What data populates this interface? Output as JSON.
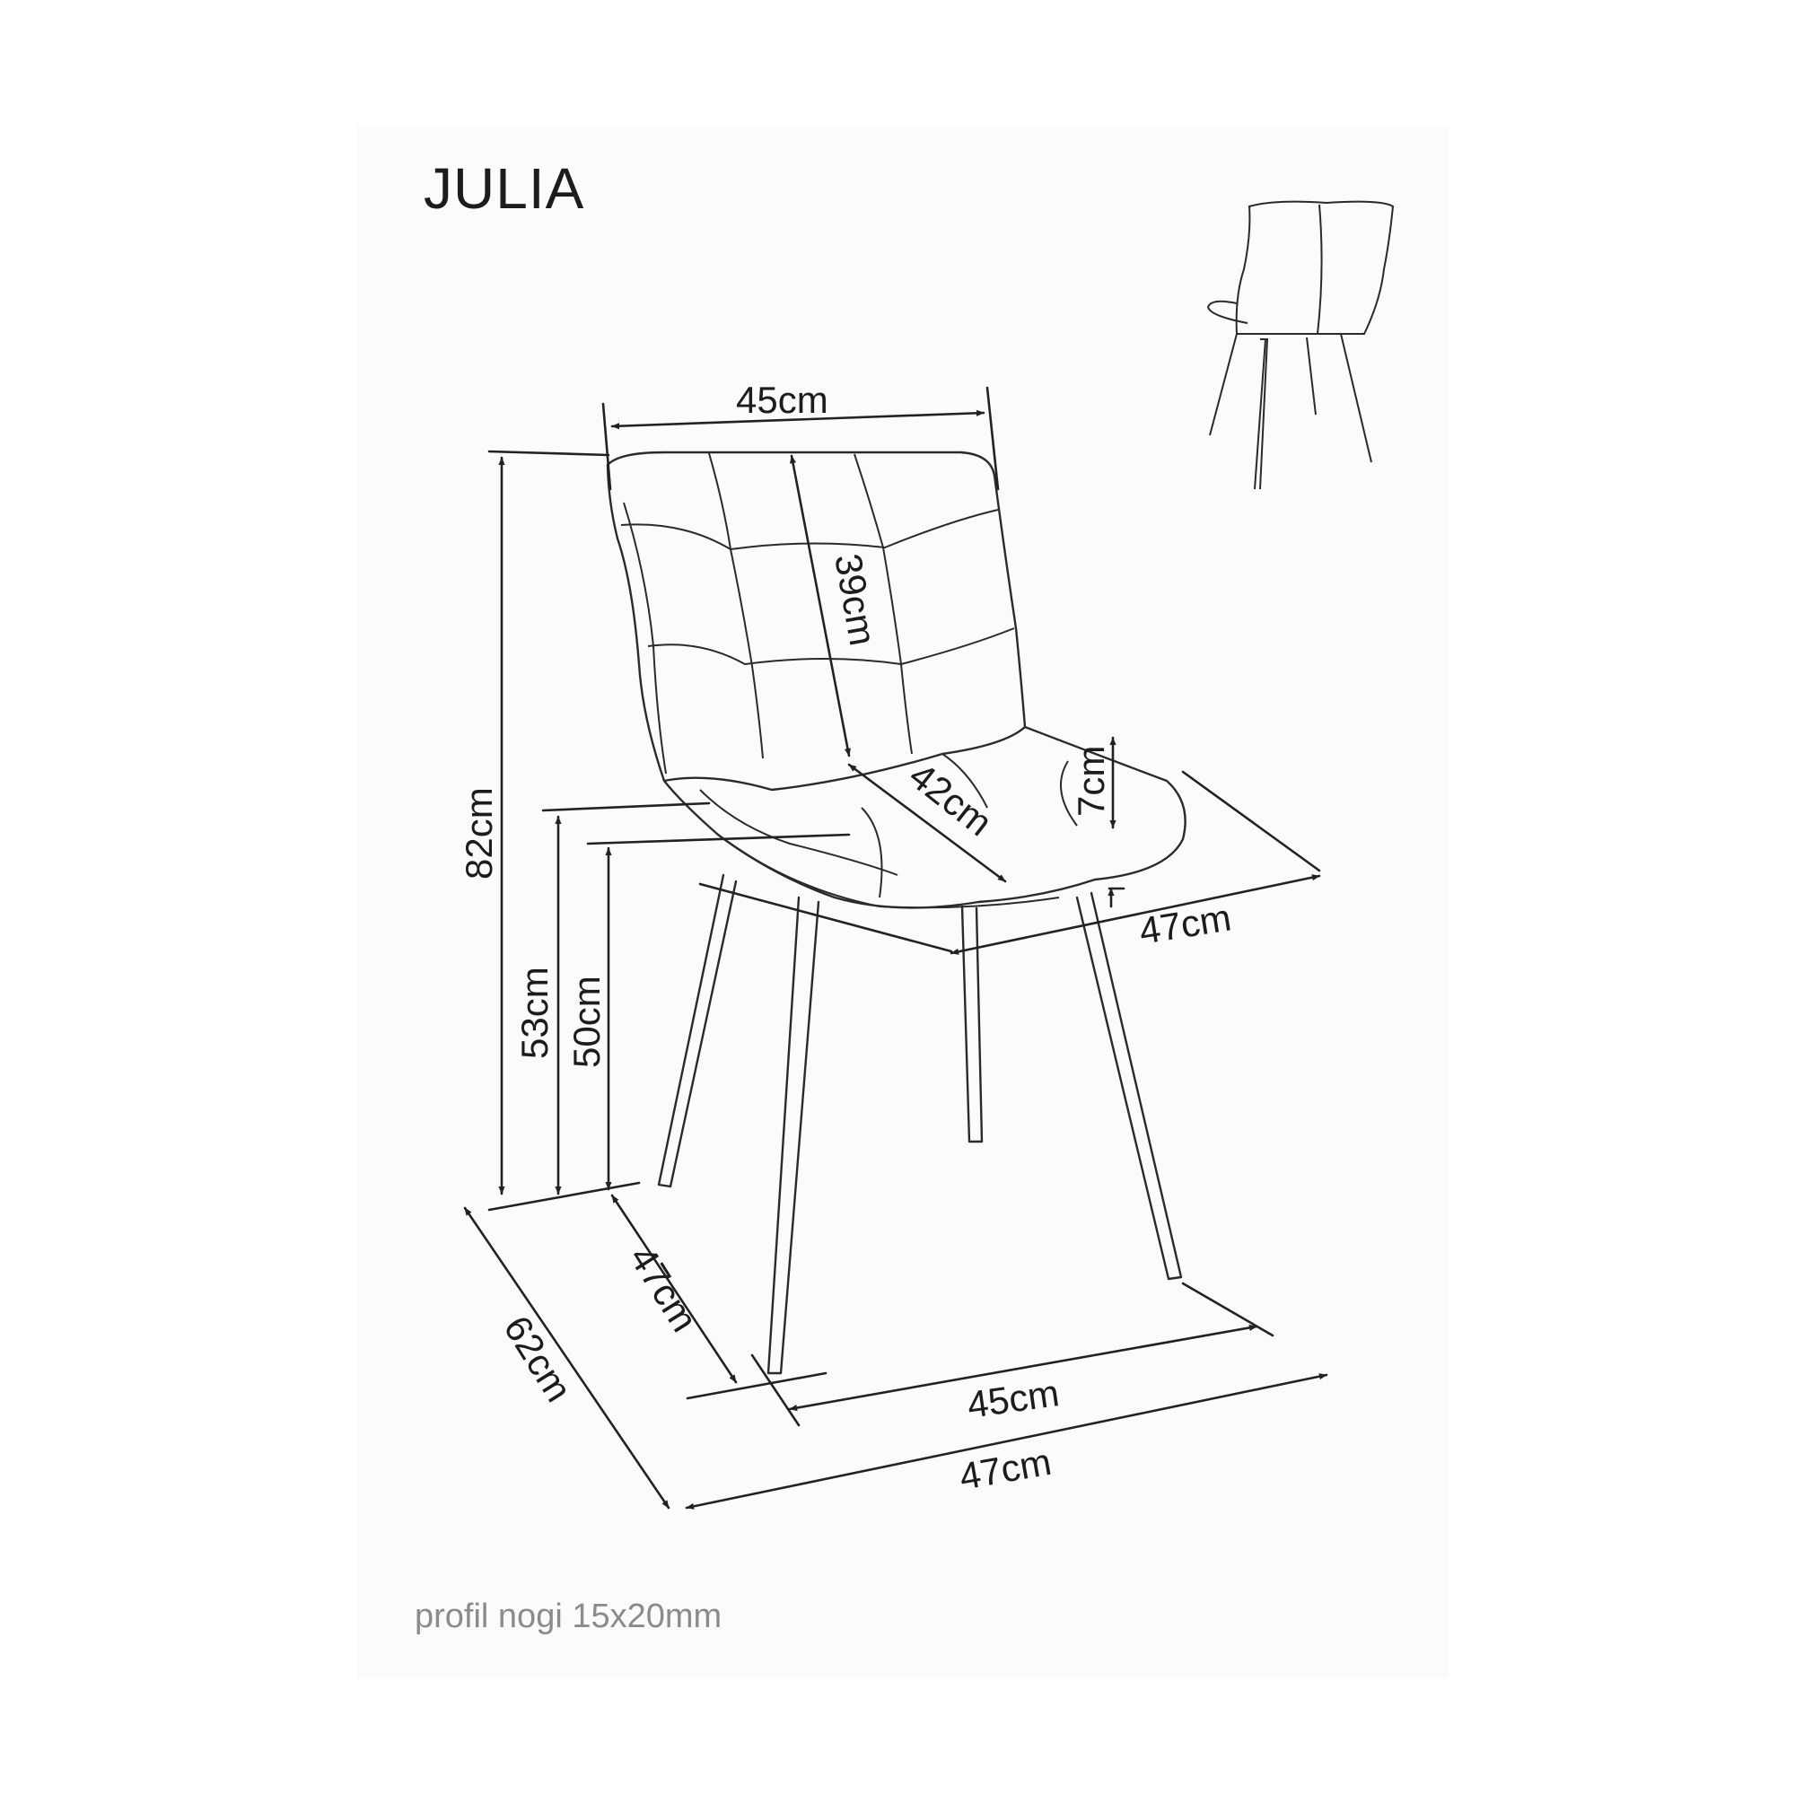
{
  "product_name": "JULIA",
  "note": "profil nogi 15x20mm",
  "dimensions": {
    "back_width": "45cm",
    "backrest_height": "39cm",
    "seat_depth_diag": "42cm",
    "seat_cushion": "7cm",
    "seat_width": "47cm",
    "total_height": "82cm",
    "seat_height_front": "53cm",
    "seat_height": "50cm",
    "leg_depth": "47cm",
    "total_depth": "62cm",
    "leg_width": "45cm",
    "total_width": "47cm"
  },
  "colors": {
    "line": "#222222",
    "note": "#8b8b8b",
    "panel": "#fbfbfb"
  },
  "icons": [
    "chair-front-drawing",
    "chair-back-thumbnail"
  ]
}
